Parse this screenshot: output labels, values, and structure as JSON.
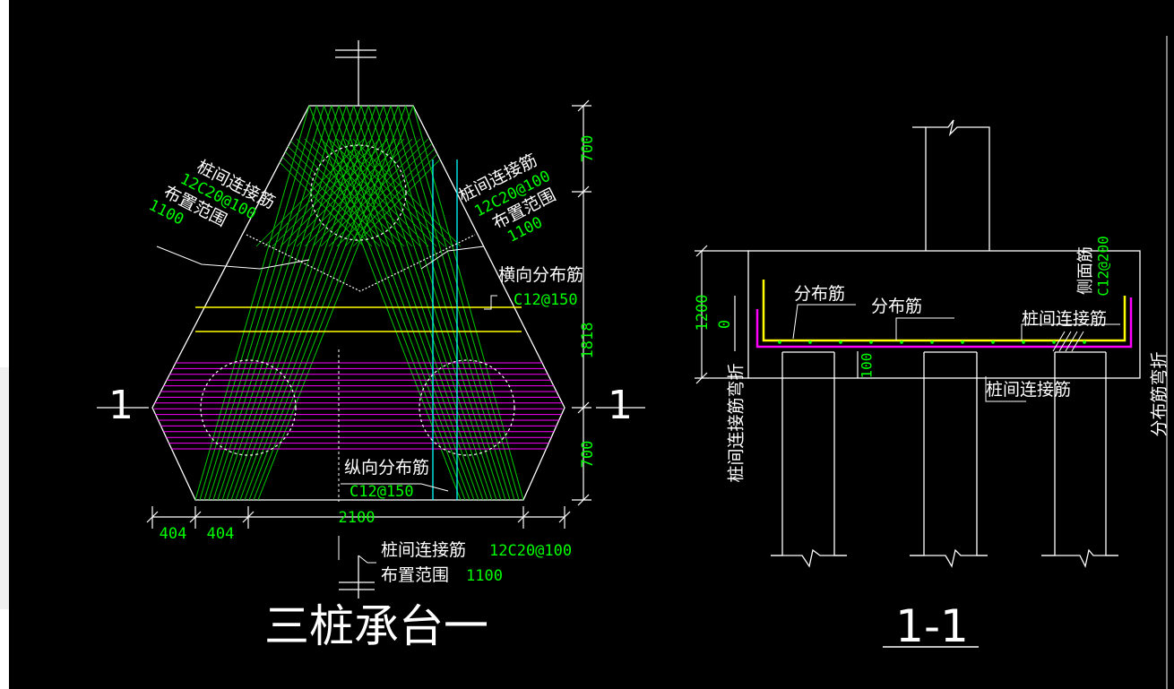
{
  "colors": {
    "background": "#000000",
    "line": "#ffffff",
    "green": "#00cc00",
    "yellow": "#ffff00",
    "magenta": "#ff00ff",
    "cyan": "#00ffff",
    "text_white": "#ffffff",
    "text_green": "#00ff00"
  },
  "plan": {
    "title": "三桩承台一",
    "section_marks": [
      "1",
      "1"
    ],
    "dims_right": [
      "700",
      "1818",
      "700"
    ],
    "dims_bottom": [
      "404",
      "404",
      "2100"
    ],
    "ann_left": {
      "name": "桩间连接筋",
      "spec": "12C20@100",
      "range_label": "布置范围",
      "range": "1100"
    },
    "ann_right": {
      "name": "桩间连接筋",
      "spec": "12C20@100",
      "range_label": "布置范围",
      "range": "1100"
    },
    "ann_transverse": {
      "name": "横向分布筋",
      "spec": "C12@150"
    },
    "ann_longitudinal": {
      "name": "纵向分布筋",
      "spec": "C12@150"
    },
    "ann_bottom": {
      "name": "桩间连接筋",
      "spec": "12C20@100",
      "range_label": "布置范围",
      "range": "1100"
    }
  },
  "section": {
    "title": "1-1",
    "dim_height": "1200",
    "dim_zero": "0",
    "dim_embed": "100",
    "label_dist1": "分布筋",
    "label_dist2": "分布筋",
    "label_side": "侧面筋",
    "label_side_spec": "C12@200",
    "label_conn1": "桩间连接筋",
    "label_conn2": "桩间连接筋",
    "label_bend_left": "桩间连接筋弯折",
    "label_bend_right": "分布筋弯折"
  }
}
